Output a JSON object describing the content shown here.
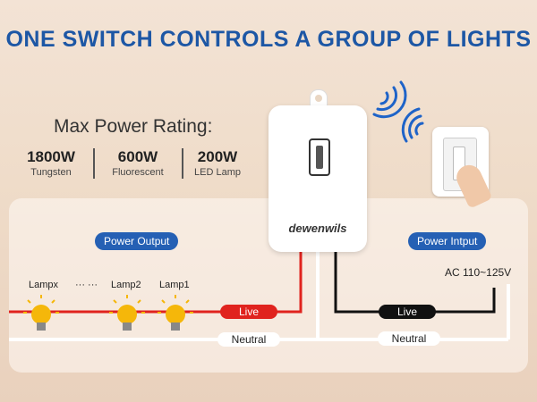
{
  "title": "ONE SWITCH CONTROLS A GROUP OF LIGHTS",
  "rating": {
    "heading": "Max Power Rating:",
    "items": [
      {
        "value": "1800W",
        "type": "Tungsten"
      },
      {
        "value": "600W",
        "type": "Fluorescent"
      },
      {
        "value": "200W",
        "type": "LED Lamp"
      }
    ]
  },
  "device": {
    "brand": "dewenwils"
  },
  "labels": {
    "power_output": "Power Output",
    "power_input": "Power Intput",
    "ac": "AC 110~125V",
    "live_left": "Live",
    "live_right": "Live",
    "neutral_left": "Neutral",
    "neutral_right": "Neutral"
  },
  "lamps": [
    "Lampx",
    "··· ···",
    "Lamp2",
    "Lamp1"
  ],
  "colors": {
    "title": "#1d57a5",
    "live": "#e0231e",
    "wire_black": "#111111",
    "neutral": "#ffffff",
    "pill": "#2560b4",
    "signal": "#1e63c8",
    "bulb": "#f5b70a"
  }
}
